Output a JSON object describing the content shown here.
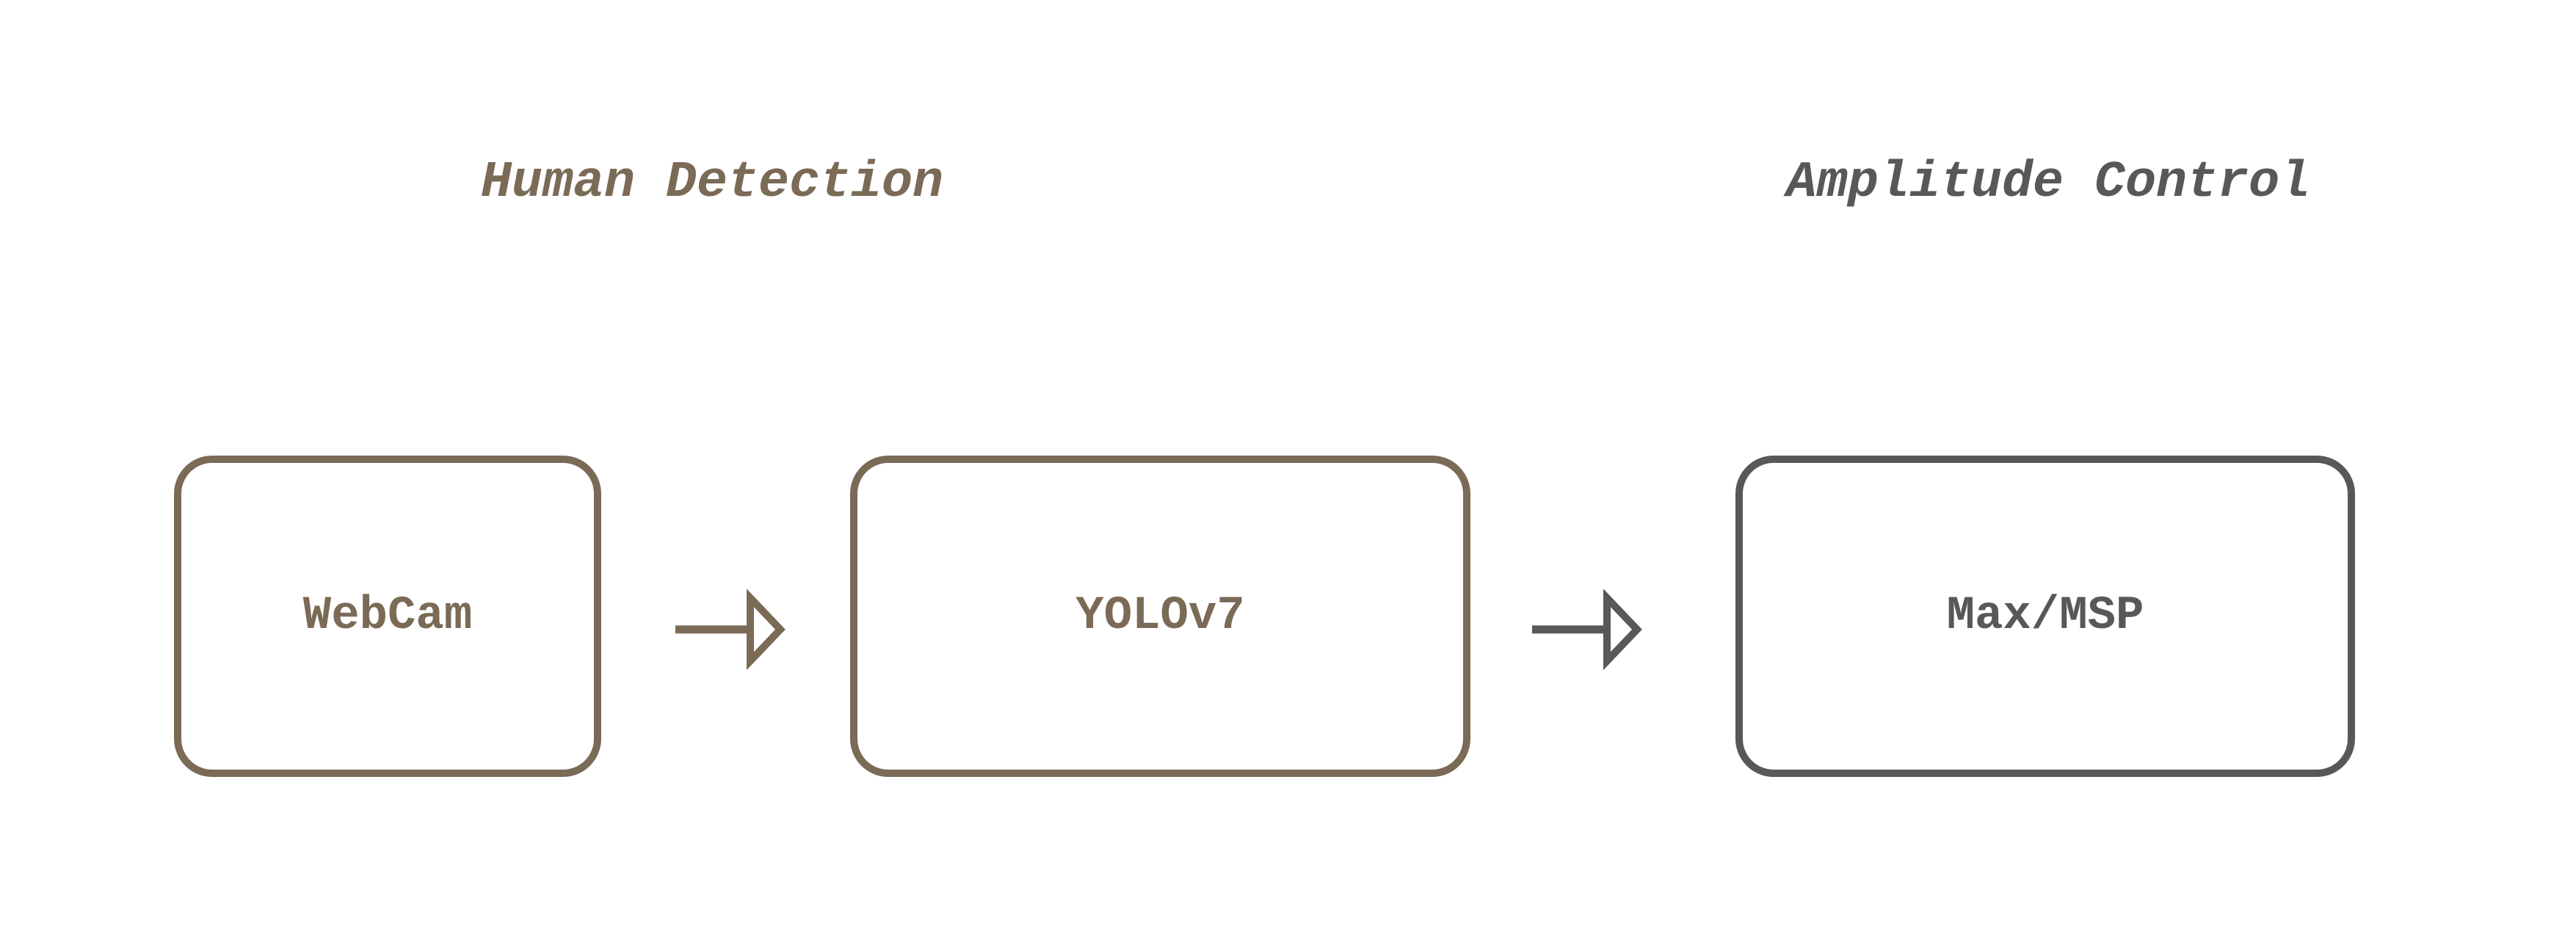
{
  "diagram": {
    "groups": [
      {
        "title": "Human Detection",
        "color": "#7a6a56"
      },
      {
        "title": "Amplitude Control",
        "color": "#58585a"
      }
    ],
    "nodes": [
      {
        "label": "WebCam",
        "color": "#7a6a56"
      },
      {
        "label": "YOLOv7",
        "color": "#7a6a56"
      },
      {
        "label": "Max/MSP",
        "color": "#58585a"
      }
    ],
    "edges": [
      {
        "from": "WebCam",
        "to": "YOLOv7",
        "color": "#7a6a56"
      },
      {
        "from": "YOLOv7",
        "to": "Max/MSP",
        "color": "#58585a"
      }
    ]
  }
}
